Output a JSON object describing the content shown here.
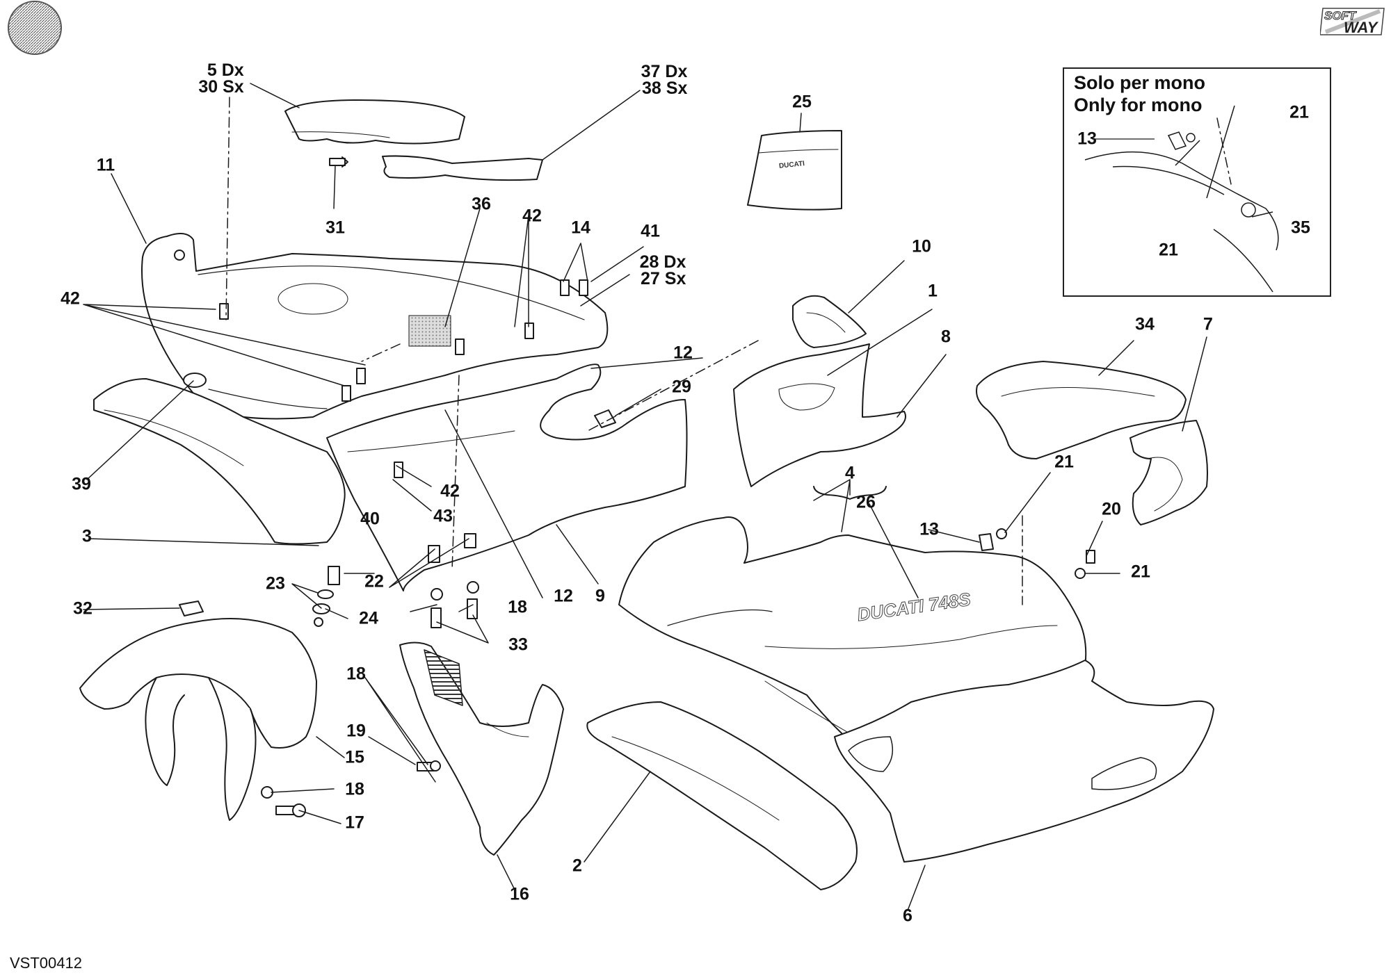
{
  "header": {
    "badge_icon": "hatched-circle-icon",
    "brand_logo": {
      "name": "softway-logo",
      "line1": "SOFT",
      "line2": "WAY"
    }
  },
  "inset": {
    "title_it": "Solo per mono",
    "title_en": "Only for mono",
    "callouts": [
      "13",
      "21",
      "21",
      "35"
    ]
  },
  "callouts": [
    {
      "id": "c5-30",
      "lines": [
        "5 Dx",
        "30 Sx"
      ]
    },
    {
      "id": "c37-38",
      "lines": [
        "37 Dx",
        "38 Sx"
      ]
    },
    {
      "id": "c28-27",
      "lines": [
        "28 Dx",
        "27 Sx"
      ]
    },
    {
      "id": "c11",
      "text": "11"
    },
    {
      "id": "c31",
      "text": "31"
    },
    {
      "id": "c36",
      "text": "36"
    },
    {
      "id": "c42a",
      "text": "42"
    },
    {
      "id": "c14",
      "text": "14"
    },
    {
      "id": "c41",
      "text": "41"
    },
    {
      "id": "c25",
      "text": "25"
    },
    {
      "id": "c10",
      "text": "10"
    },
    {
      "id": "c1",
      "text": "1"
    },
    {
      "id": "c8",
      "text": "8"
    },
    {
      "id": "c42b",
      "text": "42"
    },
    {
      "id": "c12a",
      "text": "12"
    },
    {
      "id": "c29",
      "text": "29"
    },
    {
      "id": "c34",
      "text": "34"
    },
    {
      "id": "c7",
      "text": "7"
    },
    {
      "id": "c39",
      "text": "39"
    },
    {
      "id": "c42c",
      "text": "42"
    },
    {
      "id": "c43",
      "text": "43"
    },
    {
      "id": "c4",
      "text": "4"
    },
    {
      "id": "c26",
      "text": "26"
    },
    {
      "id": "c21a",
      "text": "21"
    },
    {
      "id": "c20",
      "text": "20"
    },
    {
      "id": "c3",
      "text": "3"
    },
    {
      "id": "c40",
      "text": "40"
    },
    {
      "id": "c13",
      "text": "13"
    },
    {
      "id": "c21b",
      "text": "21"
    },
    {
      "id": "c23",
      "text": "23"
    },
    {
      "id": "c22",
      "text": "22"
    },
    {
      "id": "c32",
      "text": "32"
    },
    {
      "id": "c24",
      "text": "24"
    },
    {
      "id": "c18a",
      "text": "18"
    },
    {
      "id": "c12b",
      "text": "12"
    },
    {
      "id": "c9",
      "text": "9"
    },
    {
      "id": "c33",
      "text": "33"
    },
    {
      "id": "c18b",
      "text": "18"
    },
    {
      "id": "c19",
      "text": "19"
    },
    {
      "id": "c15",
      "text": "15"
    },
    {
      "id": "c18c",
      "text": "18"
    },
    {
      "id": "c17",
      "text": "17"
    },
    {
      "id": "c2",
      "text": "2"
    },
    {
      "id": "c16",
      "text": "16"
    },
    {
      "id": "c6",
      "text": "6"
    }
  ],
  "part_labels": {
    "ducati_badge": "DUCATI",
    "fairing_logo": "DUCATI 748S"
  },
  "footer": {
    "drawing_code": "VST00412"
  }
}
